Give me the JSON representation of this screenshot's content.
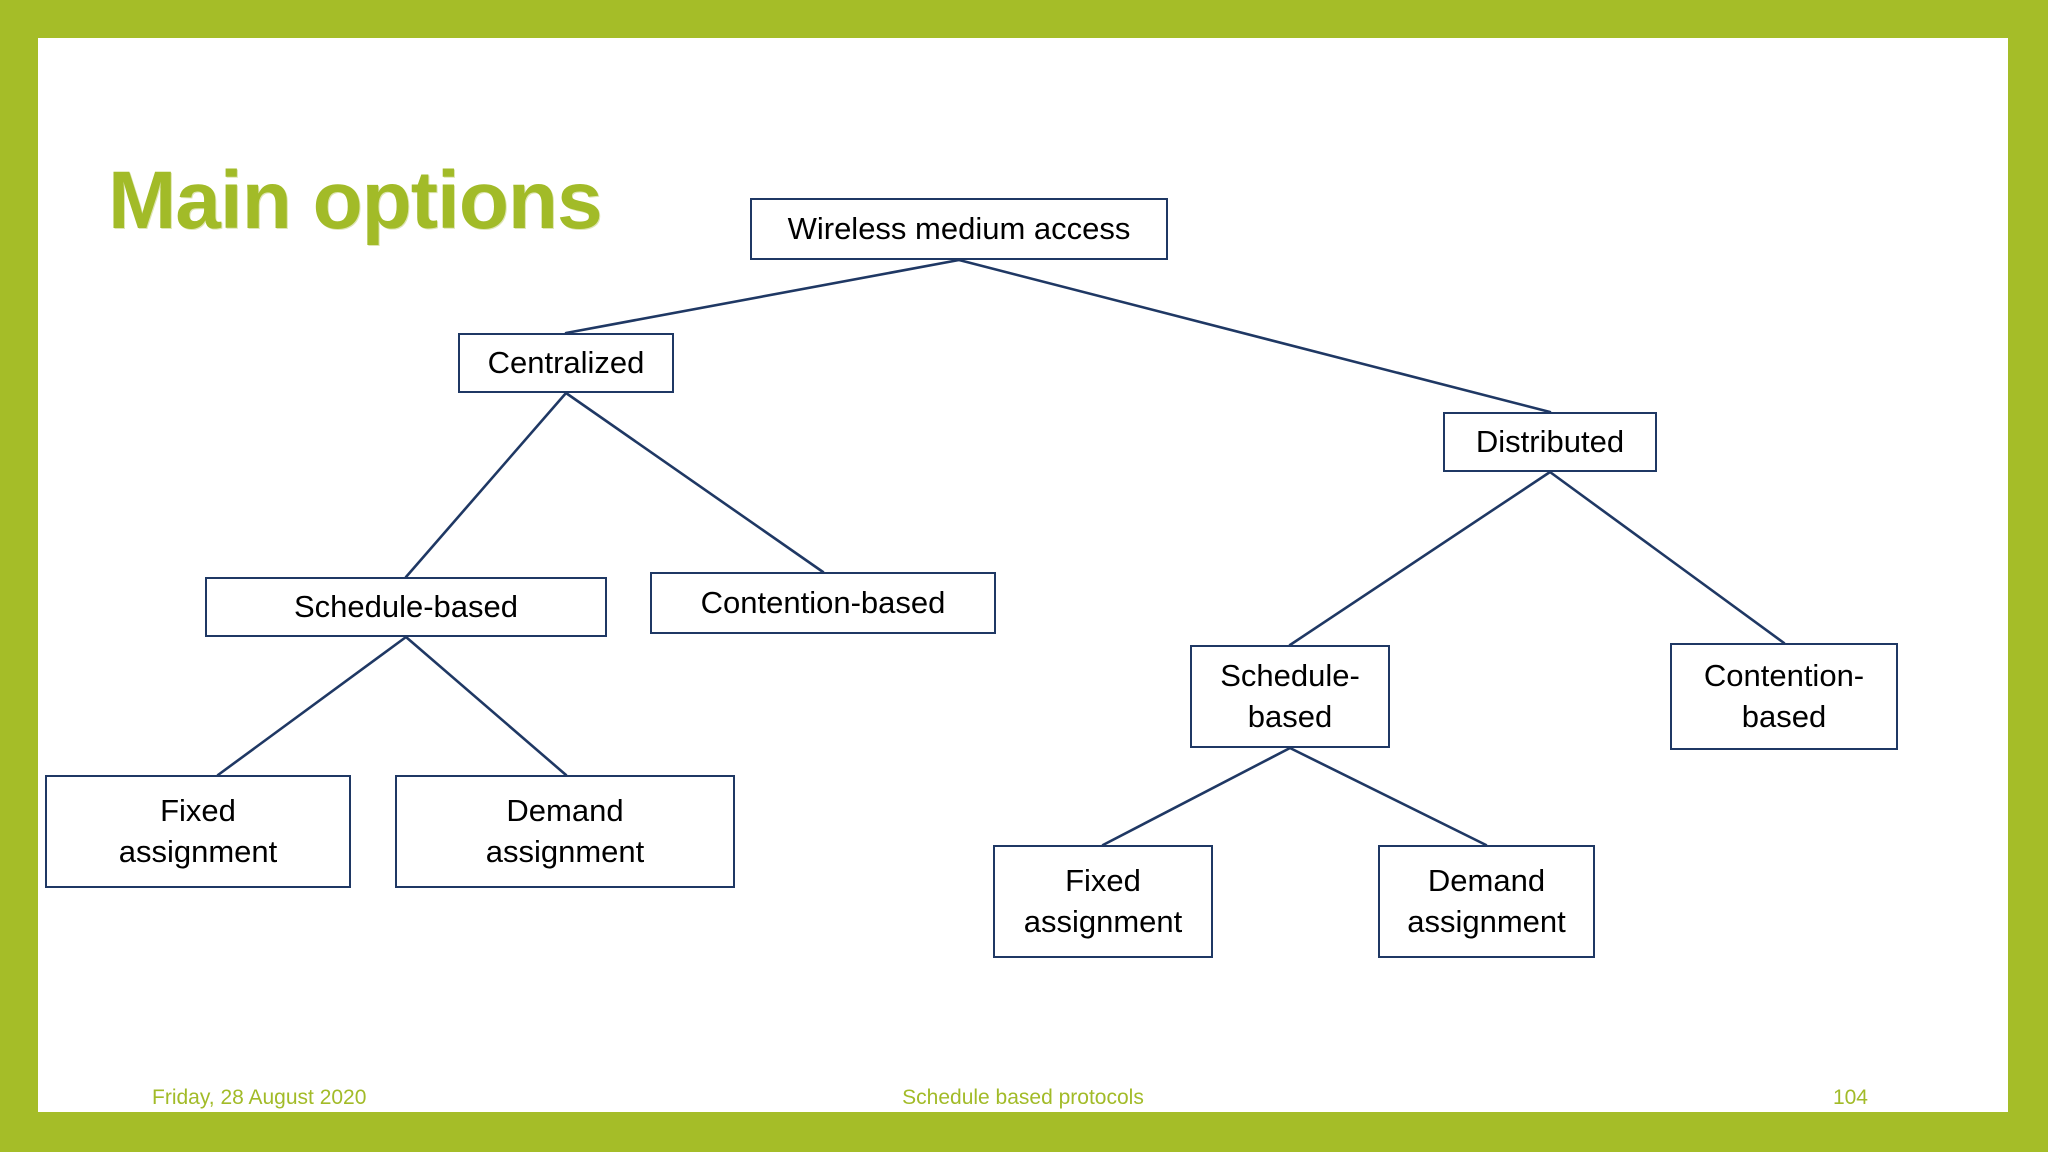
{
  "slide": {
    "title": "Main options",
    "border_color": "#a5bd28",
    "accent_color": "#a2bb28",
    "node_border_color": "#1F3864",
    "connector_color": "#1F3864",
    "background_color": "#ffffff"
  },
  "diagram": {
    "type": "tree",
    "nodes": [
      {
        "id": "root",
        "label": "Wireless medium access"
      },
      {
        "id": "centralized",
        "label": "Centralized"
      },
      {
        "id": "distributed",
        "label": "Distributed"
      },
      {
        "id": "c-schedule",
        "label": "Schedule-based"
      },
      {
        "id": "c-contention",
        "label": "Contention-based"
      },
      {
        "id": "c-fixed",
        "label": "Fixed\nassignment"
      },
      {
        "id": "c-demand",
        "label": "Demand\nassignment"
      },
      {
        "id": "d-schedule",
        "label": "Schedule-\nbased"
      },
      {
        "id": "d-contention",
        "label": "Contention-\nbased"
      },
      {
        "id": "d-fixed",
        "label": "Fixed\nassignment"
      },
      {
        "id": "d-demand",
        "label": "Demand\nassignment"
      }
    ],
    "node_lines": {
      "root": [
        "Wireless medium access"
      ],
      "centralized": [
        "Centralized"
      ],
      "distributed": [
        "Distributed"
      ],
      "c_schedule": [
        "Schedule-based"
      ],
      "c_contention": [
        "Contention-based"
      ],
      "c_fixed_1": "Fixed",
      "c_fixed_2": "assignment",
      "c_demand_1": "Demand",
      "c_demand_2": "assignment",
      "d_schedule_1": "Schedule-",
      "d_schedule_2": "based",
      "d_contention_1": "Contention-",
      "d_contention_2": "based",
      "d_fixed_1": "Fixed",
      "d_fixed_2": "assignment",
      "d_demand_1": "Demand",
      "d_demand_2": "assignment"
    },
    "edges": [
      {
        "from": "root",
        "to": "centralized"
      },
      {
        "from": "root",
        "to": "distributed"
      },
      {
        "from": "centralized",
        "to": "c-schedule"
      },
      {
        "from": "centralized",
        "to": "c-contention"
      },
      {
        "from": "c-schedule",
        "to": "c-fixed"
      },
      {
        "from": "c-schedule",
        "to": "c-demand"
      },
      {
        "from": "distributed",
        "to": "d-schedule"
      },
      {
        "from": "distributed",
        "to": "d-contention"
      },
      {
        "from": "d-schedule",
        "to": "d-fixed"
      },
      {
        "from": "d-schedule",
        "to": "d-demand"
      }
    ]
  },
  "footer": {
    "date": "Friday, 28 August 2020",
    "center": "Schedule based protocols",
    "page": "104"
  }
}
